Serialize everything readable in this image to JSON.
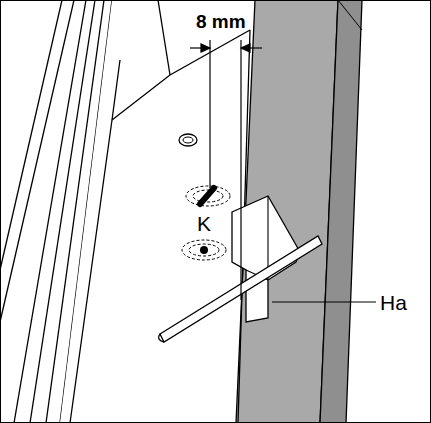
{
  "diagram": {
    "labels": [
      "8 mm",
      "K",
      "Ha"
    ]
  }
}
